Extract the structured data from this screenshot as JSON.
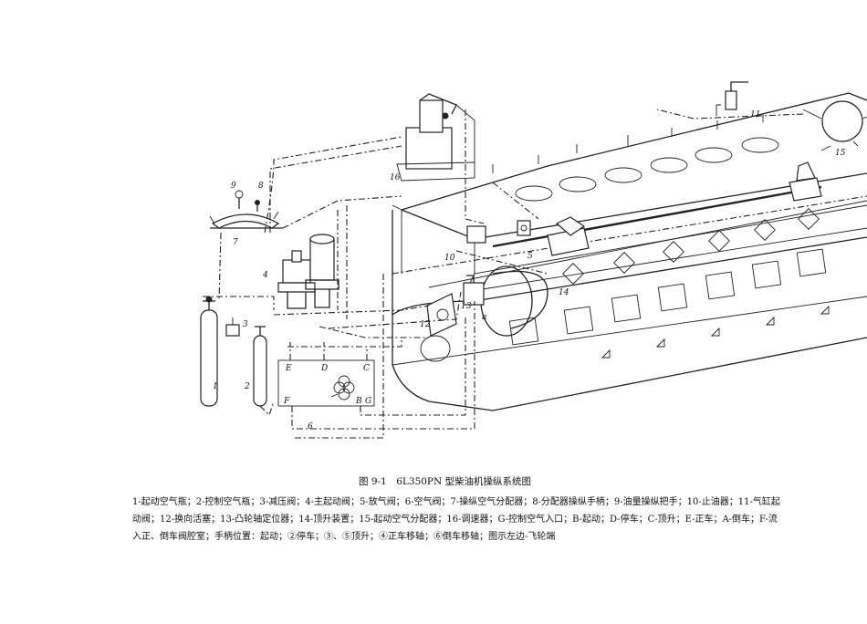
{
  "figure": {
    "title": "图 9-1　6L350PN 型柴油机操纵系统图",
    "legend": "1-起动空气瓶；2-控制空气瓶；3-减压阀；4-主起动阀；5-放气阀；6-空气阀；7-操纵空气分配器；8-分配器操纵手柄；9-油量操纵把手；10-止油器；11-气缸起动阀；12-换向活塞；13-凸轮轴定位器；14-顶升装置；15-起动空气分配器；16-调速器；G-控制空气入口；B-起动；D-停车；C-顶升；E-正车；A-倒车；F-流入正、倒车阀腔室；手柄位置：起动；②停车；③、⑤顶升；④正车移轴；⑥倒车移轴；图示左边-飞轮端",
    "labels": {
      "n1": "1",
      "n2": "2",
      "n3": "3",
      "n4": "4",
      "n5": "5",
      "n6": "6",
      "n7": "7",
      "n8": "8",
      "n9": "9",
      "n10": "10",
      "n11": "11",
      "n12": "12",
      "n13": "13",
      "n14": "14",
      "n15": "15",
      "n16": "16",
      "E": "E",
      "D": "D",
      "C": "C",
      "F": "F",
      "B": "B",
      "G": "G",
      "a": "a"
    }
  }
}
